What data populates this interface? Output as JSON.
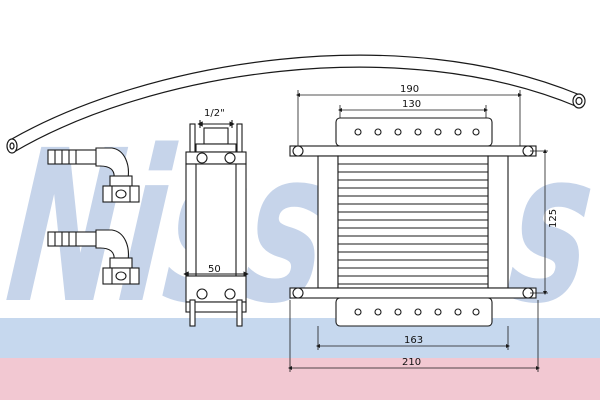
{
  "watermark": {
    "text": "Nissens",
    "color": "#c6d4ea"
  },
  "colors": {
    "band_top": "#c6d8ee",
    "band_bottom": "#f2c8d2",
    "line": "#1a1a1a"
  },
  "dimensions": {
    "pipe_thread": "1/2\"",
    "bracket_width": "50",
    "overall_top": "190",
    "mount_top": "130",
    "height": "125",
    "mount_bottom": "163",
    "overall_bottom": "210"
  },
  "icons": [
    "hose",
    "elbow-fitting",
    "mounting-bracket",
    "oil-cooler-core"
  ]
}
